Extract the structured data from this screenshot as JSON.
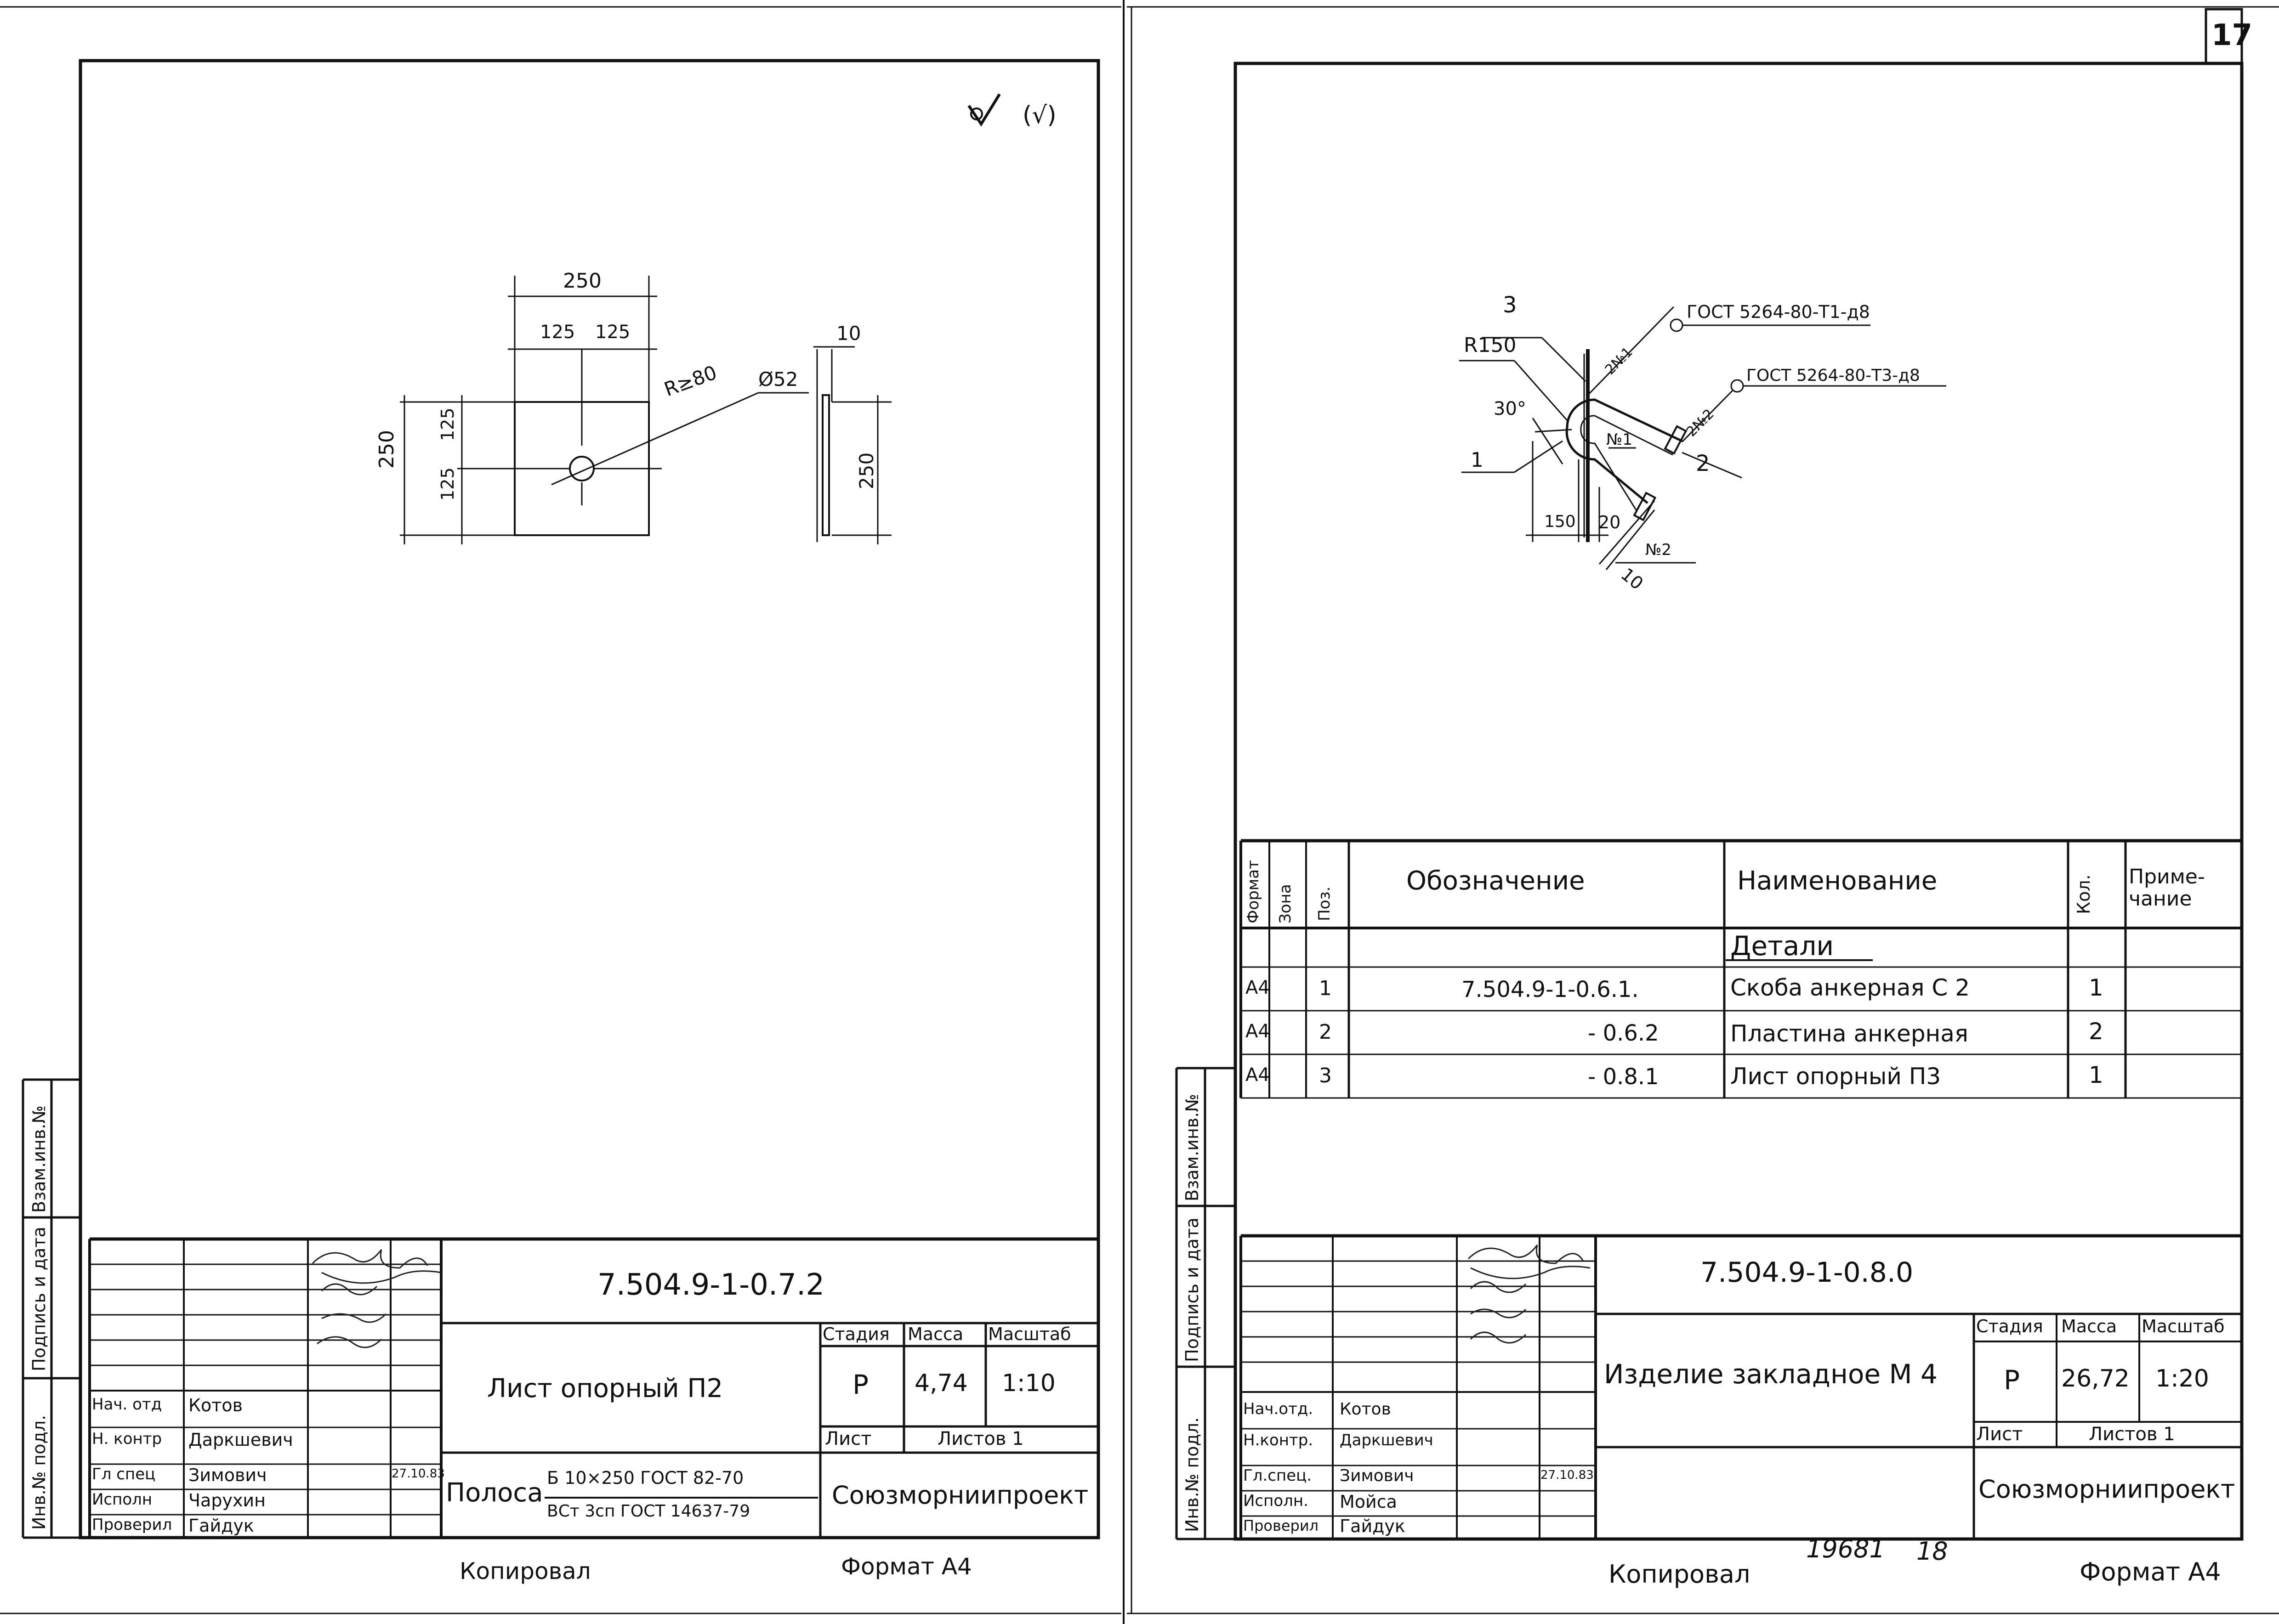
{
  "page": {
    "number": "17"
  },
  "left": {
    "mark_check": "(√)",
    "dims": {
      "w_total": "250",
      "w_half_a": "125",
      "w_half_b": "125",
      "h_total": "250",
      "h_half_a": "125",
      "h_half_b": "125",
      "radius": "R≥80",
      "hole": "Ø52",
      "thick": "10",
      "side_h": "250"
    },
    "stamp": {
      "designation": "7.504.9-1-0.7.2",
      "name": "Лист опорный П2",
      "h_stage": "Стадия",
      "h_mass": "Масса",
      "h_scale": "Масштаб",
      "stage": "Р",
      "mass": "4,74",
      "scale": "1:10",
      "sheet": "Лист",
      "sheets": "Листов 1",
      "material_prefix": "Полоса",
      "material_top": "Б 10×250 ГОСТ 82-70",
      "material_bottom": "ВСт 3сп ГОСТ 14637-79",
      "org": "Союзморниипроект",
      "roles": [
        "Нач. отд",
        "Н. контр",
        "Гл спец",
        "Исполн",
        "Проверил"
      ],
      "names": [
        "Котов",
        "Даркшевич",
        "Зимович",
        "Чарухин",
        "Гайдук"
      ],
      "date": "27.10.83"
    },
    "side": {
      "a": "Инв.№ подл.",
      "b": "Подпись и дата",
      "c": "Взам.инв.№"
    },
    "copied": "Копировал",
    "format": "Формат А4"
  },
  "right": {
    "drawing": {
      "pos3": "3",
      "radius": "R150",
      "angle": "30°",
      "pos1": "1",
      "pos2": "2",
      "n1": "№1",
      "n2": "№2",
      "d150": "150",
      "d20": "20",
      "d10": "10",
      "w1": "2№1",
      "w2": "2№2",
      "gost1": "ГОСТ 5264-80-Т1-д8",
      "gost2": "ГОСТ 5264-80-Т3-д8"
    },
    "spec": {
      "headers": {
        "format": "Формат",
        "zone": "Зона",
        "pos": "Поз.",
        "designation": "Обозначение",
        "name": "Наименование",
        "qty": "Кол.",
        "note": "Приме-чание"
      },
      "section": "Детали",
      "rows": [
        {
          "format": "А4",
          "pos": "1",
          "designation": "7.504.9-1-0.6.1.",
          "name": "Скоба анкерная С 2",
          "qty": "1"
        },
        {
          "format": "А4",
          "pos": "2",
          "designation": "- 0.6.2",
          "name": "Пластина анкерная",
          "qty": "2"
        },
        {
          "format": "А4",
          "pos": "3",
          "designation": "- 0.8.1",
          "name": "Лист опорный П3",
          "qty": "1"
        }
      ]
    },
    "stamp": {
      "designation": "7.504.9-1-0.8.0",
      "name": "Изделие закладное М 4",
      "h_stage": "Стадия",
      "h_mass": "Масса",
      "h_scale": "Масштаб",
      "stage": "Р",
      "mass": "26,72",
      "scale": "1:20",
      "sheet": "Лист",
      "sheets": "Листов 1",
      "org": "Союзморниипроект",
      "roles": [
        "Нач.отд.",
        "Н.контр.",
        "Гл.спец.",
        "Исполн.",
        "Проверил"
      ],
      "names": [
        "Котов",
        "Даркшевич",
        "Зимович",
        "Мойса",
        "Гайдук"
      ],
      "date": "27.10.83"
    },
    "side": {
      "a": "Инв.№ подл.",
      "b": "Подпись и дата",
      "c": "Взам.инв.№"
    },
    "archive_a": "19681",
    "archive_b": "18",
    "copied": "Копировал",
    "format": "Формат А4"
  }
}
